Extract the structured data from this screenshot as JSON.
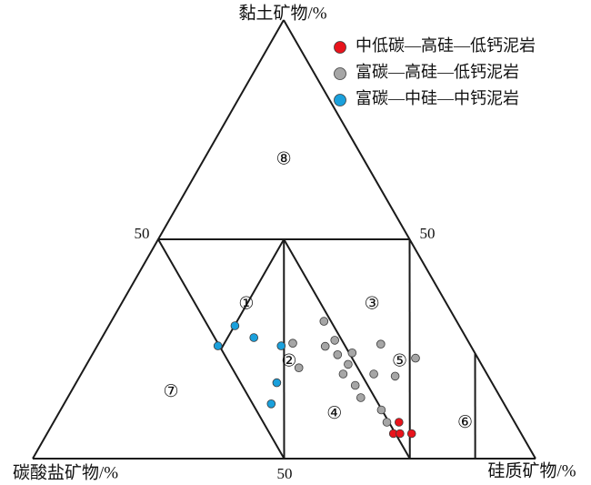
{
  "chart_data": {
    "type": "scatter",
    "subtype": "ternary",
    "axes": {
      "top": "黏土矿物/%",
      "left": "碳酸盐矿物/%",
      "right": "硅质矿物/%"
    },
    "tick_labels": {
      "left_edge_mid": "50",
      "right_edge_mid": "50",
      "bottom_edge_mid": "50"
    },
    "zone_labels": [
      "①",
      "②",
      "③",
      "④",
      "⑤",
      "⑥",
      "⑦",
      "⑧"
    ],
    "series": [
      {
        "name": "中低碳—高硅—低钙泥岩",
        "color": "#e8141c",
        "points": [
          {
            "clay": 5.7,
            "carbonate": 25.4,
            "silica": 68.9
          },
          {
            "clay": 5.7,
            "carbonate": 24.1,
            "silica": 70.2
          },
          {
            "clay": 5.7,
            "carbonate": 21.8,
            "silica": 72.5
          },
          {
            "clay": 8.3,
            "carbonate": 23.0,
            "silica": 68.7
          }
        ]
      },
      {
        "name": "富碳—高硅—低钙泥岩",
        "color": "#a6a6a6",
        "points": [
          {
            "clay": 31.3,
            "carbonate": 26.4,
            "silica": 42.3
          },
          {
            "clay": 26.1,
            "carbonate": 17.7,
            "silica": 56.2
          },
          {
            "clay": 22.9,
            "carbonate": 12.4,
            "silica": 64.7
          },
          {
            "clay": 26.3,
            "carbonate": 35.1,
            "silica": 38.6
          },
          {
            "clay": 25.6,
            "carbonate": 29.0,
            "silica": 45.4
          },
          {
            "clay": 27.0,
            "carbonate": 26.4,
            "silica": 46.6
          },
          {
            "clay": 23.7,
            "carbonate": 27.5,
            "silica": 48.8
          },
          {
            "clay": 24.1,
            "carbonate": 24.4,
            "silica": 51.5
          },
          {
            "clay": 21.5,
            "carbonate": 26.5,
            "silica": 52.0
          },
          {
            "clay": 20.7,
            "carbonate": 36.7,
            "silica": 42.6
          },
          {
            "clay": 19.3,
            "carbonate": 28.6,
            "silica": 52.1
          },
          {
            "clay": 19.3,
            "carbonate": 22.5,
            "silica": 58.2
          },
          {
            "clay": 18.8,
            "carbonate": 18.5,
            "silica": 62.7
          },
          {
            "clay": 16.7,
            "carbonate": 27.5,
            "silica": 55.8
          },
          {
            "clay": 13.9,
            "carbonate": 27.8,
            "silica": 58.3
          },
          {
            "clay": 11.1,
            "carbonate": 25.1,
            "silica": 63.8
          },
          {
            "clay": 8.3,
            "carbonate": 25.4,
            "silica": 66.3
          }
        ]
      },
      {
        "name": "富碳—中硅—中钙泥岩",
        "color": "#1aa0dc",
        "points": [
          {
            "clay": 30.3,
            "carbonate": 44.6,
            "silica": 25.1
          },
          {
            "clay": 27.6,
            "carbonate": 42.2,
            "silica": 30.2
          },
          {
            "clay": 25.7,
            "carbonate": 50.3,
            "silica": 24.0
          },
          {
            "clay": 25.7,
            "carbonate": 37.7,
            "silica": 36.6
          },
          {
            "clay": 17.3,
            "carbonate": 42.8,
            "silica": 39.9
          },
          {
            "clay": 12.5,
            "carbonate": 46.3,
            "silica": 41.2
          }
        ]
      }
    ],
    "legend": {
      "position": "top-right"
    }
  }
}
